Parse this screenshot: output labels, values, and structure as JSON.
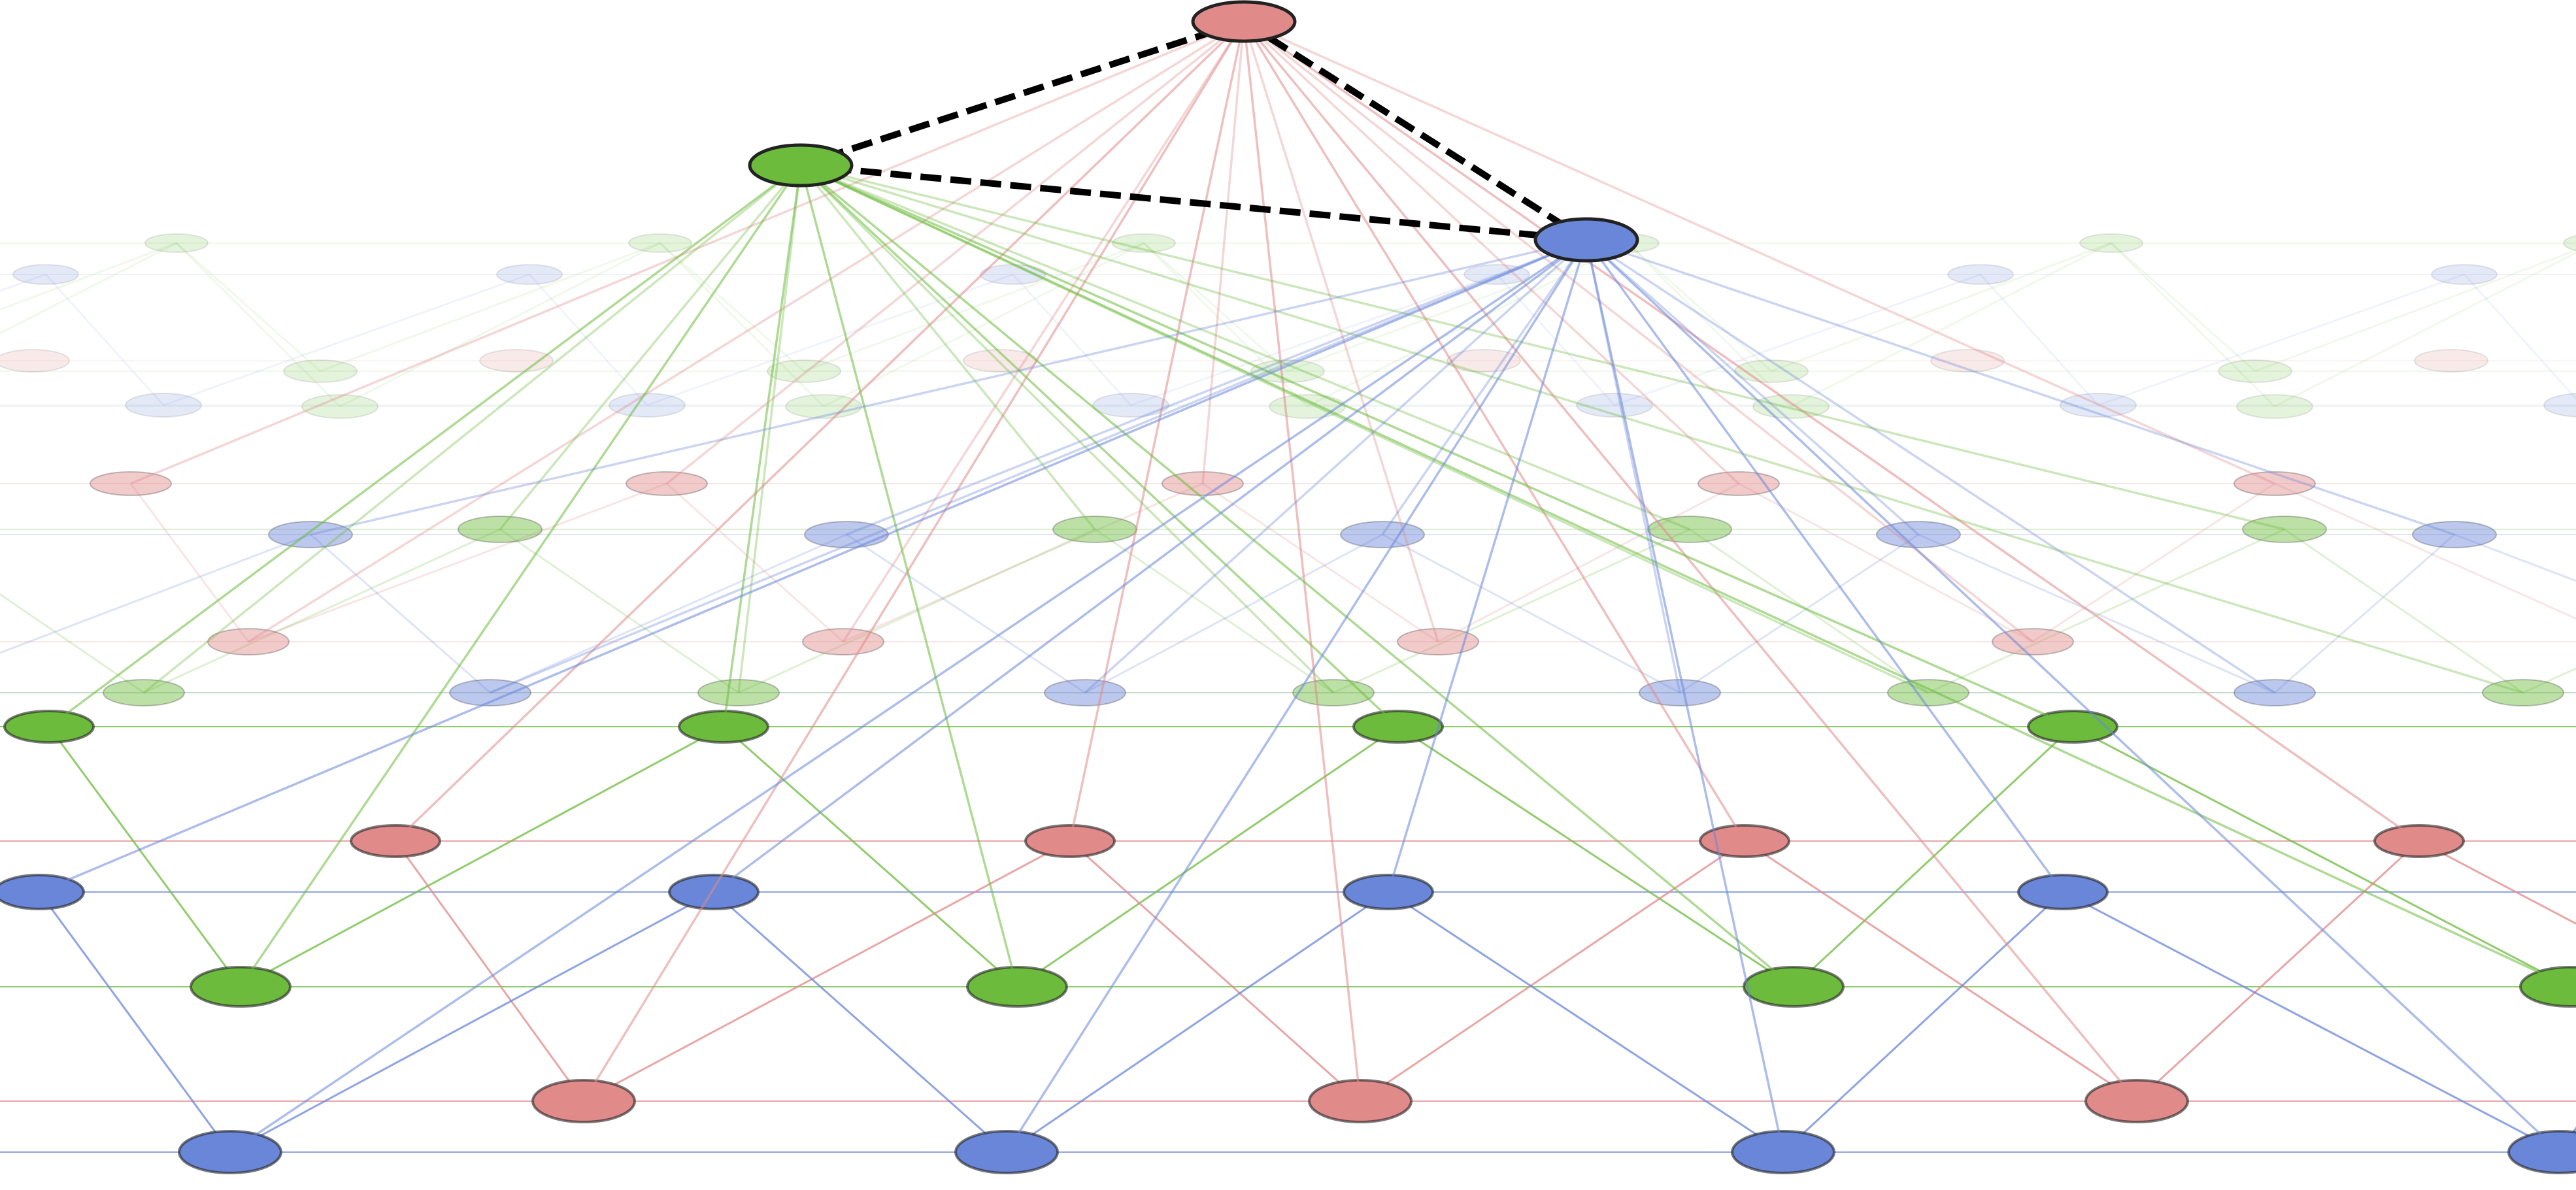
{
  "diagram": {
    "colors": {
      "red": "#e08a8a",
      "green": "#6cbb3c",
      "blue": "#6a86d8",
      "node_stroke": "#222222",
      "dashed_edge": "#000000",
      "background": "#ffffff"
    },
    "lattice": {
      "layers": 3,
      "rows_per_layer": 6,
      "description_hidden": true
    },
    "apex_nodes": [
      {
        "id": "apex-red",
        "color": "red"
      },
      {
        "id": "apex-green",
        "color": "green"
      },
      {
        "id": "apex-blue",
        "color": "blue"
      }
    ],
    "apex_edges": [
      {
        "from": "apex-red",
        "to": "apex-green",
        "style": "dashed"
      },
      {
        "from": "apex-red",
        "to": "apex-blue",
        "style": "dashed"
      },
      {
        "from": "apex-green",
        "to": "apex-blue",
        "style": "dashed"
      }
    ]
  }
}
